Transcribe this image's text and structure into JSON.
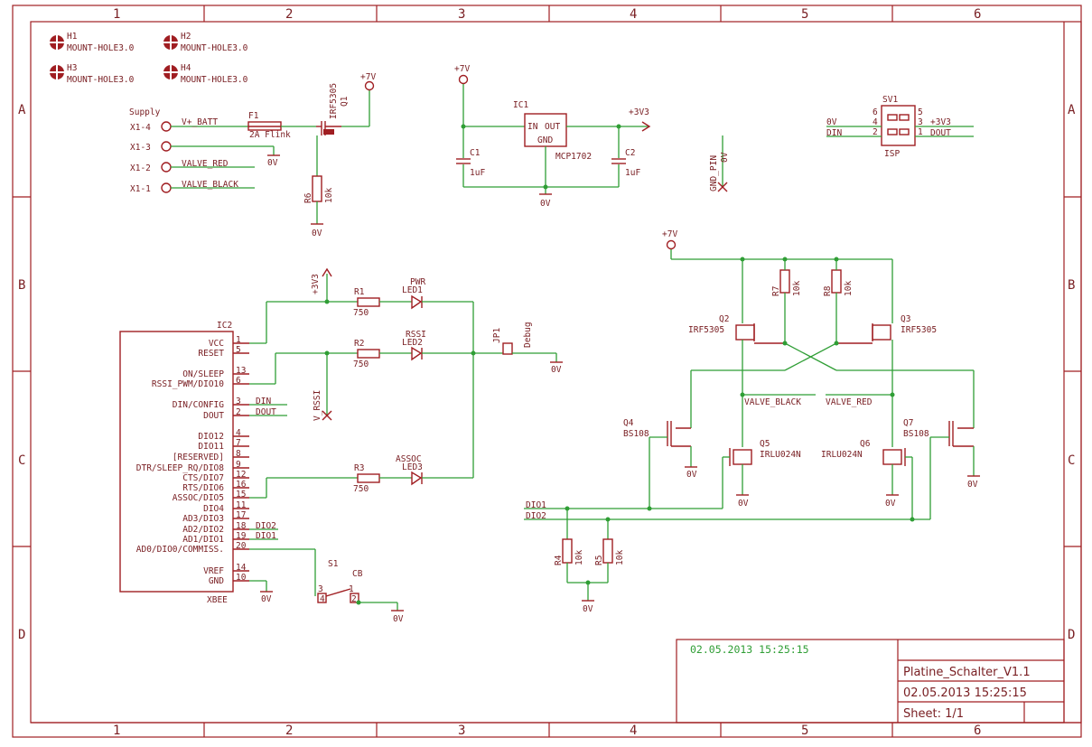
{
  "grid": {
    "columns": [
      "1",
      "2",
      "3",
      "4",
      "5",
      "6"
    ],
    "rows": [
      "A",
      "B",
      "C",
      "D"
    ]
  },
  "mount_holes": [
    {
      "ref": "H1",
      "value": "MOUNT-HOLE3.0"
    },
    {
      "ref": "H2",
      "value": "MOUNT-HOLE3.0"
    },
    {
      "ref": "H3",
      "value": "MOUNT-HOLE3.0"
    },
    {
      "ref": "H4",
      "value": "MOUNT-HOLE3.0"
    }
  ],
  "supply": {
    "title": "Supply",
    "pins": [
      "X1-4",
      "X1-3",
      "X1-2",
      "X1-1"
    ],
    "nets": [
      "V+_BATT",
      "VALVE_RED",
      "VALVE_BLACK"
    ],
    "fuse_ref": "F1",
    "fuse_value": "2A Flink",
    "gnd": "0V"
  },
  "q1": {
    "ref": "Q1",
    "value": "IRF5305",
    "supply": "+7V",
    "r_ref": "R6",
    "r_value": "10k",
    "gnd": "0V"
  },
  "regulator": {
    "supply": "+7V",
    "ref": "IC1",
    "value": "MCP1702",
    "pin_in": "IN",
    "pin_out": "OUT",
    "pin_gnd": "GND",
    "out_net": "+3V3",
    "c1_ref": "C1",
    "c1_value": "1uF",
    "c2_ref": "C2",
    "c2_value": "1uF",
    "gnd": "0V"
  },
  "gnd_pin": {
    "label": "GND_PIN",
    "net": "0V"
  },
  "isp": {
    "ref": "SV1",
    "value": "ISP",
    "pins_left": [
      "6",
      "4",
      "2"
    ],
    "pins_right": [
      "5",
      "3",
      "1"
    ],
    "nets_left": [
      "0V",
      "DIN"
    ],
    "nets_right": [
      "+3V3",
      "DOUT"
    ]
  },
  "xbee": {
    "ref": "IC2",
    "value": "XBEE",
    "pins": [
      {
        "name": "VCC",
        "num": "1"
      },
      {
        "name": "RESET",
        "num": "5"
      },
      {
        "name": "ON/SLEEP",
        "num": "13"
      },
      {
        "name": "RSSI_PWM/DIO10",
        "num": "6"
      },
      {
        "name": "DIN/CONFIG",
        "num": "3"
      },
      {
        "name": "DOUT",
        "num": "2"
      },
      {
        "name": "DIO12",
        "num": "4"
      },
      {
        "name": "DIO11",
        "num": "7"
      },
      {
        "name": "[RESERVED]",
        "num": "8"
      },
      {
        "name": "DTR/SLEEP_RQ/DIO8",
        "num": "9"
      },
      {
        "name": "CTS/DIO7",
        "num": "12"
      },
      {
        "name": "RTS/DIO6",
        "num": "16"
      },
      {
        "name": "ASSOC/DIO5",
        "num": "15"
      },
      {
        "name": "DIO4",
        "num": "11"
      },
      {
        "name": "AD3/DIO3",
        "num": "17"
      },
      {
        "name": "AD2/DIO2",
        "num": "18"
      },
      {
        "name": "AD1/DIO1",
        "num": "19"
      },
      {
        "name": "AD0/DIO0/COMMISS.",
        "num": "20"
      },
      {
        "name": "VREF",
        "num": "14"
      },
      {
        "name": "GND",
        "num": "10"
      }
    ],
    "nets": {
      "din": "DIN",
      "dout": "DOUT",
      "dio2": "DIO2",
      "dio1": "DIO1",
      "gnd": "0V"
    }
  },
  "leds": [
    {
      "r_ref": "R1",
      "r_value": "750",
      "led_name": "PWR",
      "led_ref": "LED1"
    },
    {
      "r_ref": "R2",
      "r_value": "750",
      "led_name": "RSSI",
      "led_ref": "LED2"
    },
    {
      "r_ref": "R3",
      "r_value": "750",
      "led_name": "ASSOC",
      "led_ref": "LED3"
    }
  ],
  "misc": {
    "v3v3": "+3V3",
    "v_rssi": "V_RSSI",
    "jp_ref": "JP1",
    "jp_value": "Debug",
    "gnd": "0V"
  },
  "switch": {
    "ref": "S1",
    "value": "CB",
    "pin_a": "3",
    "pin_b": "4",
    "pin_c": "1",
    "pin_d": "2",
    "gnd": "0V"
  },
  "bridge": {
    "supply": "+7V",
    "r7_ref": "R7",
    "r7_value": "10k",
    "r8_ref": "R8",
    "r8_value": "10k",
    "q2_ref": "Q2",
    "q2_value": "IRF5305",
    "q3_ref": "Q3",
    "q3_value": "IRF5305",
    "q4_ref": "Q4",
    "q4_value": "BS108",
    "q7_ref": "Q7",
    "q7_value": "BS108",
    "q5_ref": "Q5",
    "q5_value": "IRLU024N",
    "q6_ref": "Q6",
    "q6_value": "IRLU024N",
    "valve_black": "VALVE_BLACK",
    "valve_red": "VALVE_RED",
    "dio1": "DIO1",
    "dio2": "DIO2",
    "r4_ref": "R4",
    "r4_value": "10k",
    "r5_ref": "R5",
    "r5_value": "10k",
    "gnd": "0V"
  },
  "title_block": {
    "stamp": "02.05.2013 15:25:15",
    "name": "Platine_Schalter_V1.1",
    "date": "02.05.2013 15:25:15",
    "sheet": "Sheet: 1/1"
  }
}
